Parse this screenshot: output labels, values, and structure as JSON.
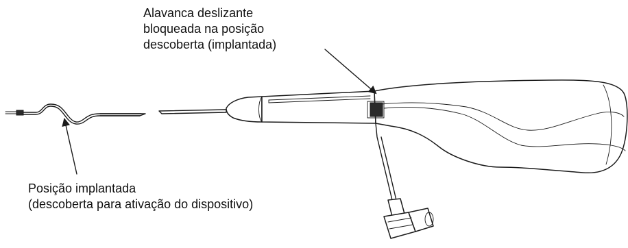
{
  "callouts": {
    "slider": {
      "lines": [
        "Alavanca deslizante",
        "bloqueada na posição",
        "descoberta (implantada)"
      ]
    },
    "implant": {
      "lines": [
        "Posição implantada",
        "(descoberta para ativação do dispositivo)"
      ]
    }
  },
  "colors": {
    "line": "#1a1a1a",
    "background": "#ffffff"
  }
}
